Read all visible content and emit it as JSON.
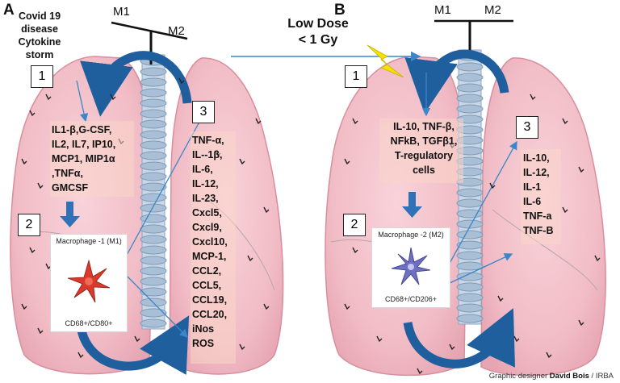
{
  "panel_a": {
    "letter": "A",
    "m1": "M1",
    "m2": "M2",
    "trigger_lines": [
      "Covid 19",
      "disease",
      "Cytokine storm"
    ],
    "box1": "1",
    "box2": "2",
    "box3": "3",
    "cytokines_left": [
      "IL1-β,G-CSF,",
      "IL2, IL7, IP10,",
      "MCP1, MIP1α",
      ",TNFα,",
      "GMCSF"
    ],
    "cytokines_right": [
      "TNF-α,",
      "IL--1β,",
      "IL-6,",
      "IL-12,",
      "IL-23,",
      "Cxcl5,",
      "Cxcl9,",
      "Cxcl10,",
      "MCP-1,",
      "CCL2,",
      "CCL5,",
      "CCL19,",
      "CCL20,",
      "iNos",
      "ROS"
    ],
    "macrophage_title": "Macrophage -1 (M1)",
    "macrophage_markers": "CD68+/CD80+"
  },
  "panel_b": {
    "letter": "B",
    "m1": "M1",
    "m2": "M2",
    "box1": "1",
    "box2": "2",
    "box3": "3",
    "cytokines_left": [
      "IL-10, TNF-β,",
      "NFkB, TGFβ1,",
      "T-regulatory",
      "cells"
    ],
    "cytokines_right": [
      "IL-10,",
      "IL-12,",
      "IL-1",
      "IL-6",
      "TNF-a",
      "TNF-B"
    ],
    "macrophage_title": "Macrophage -2 (M2)",
    "macrophage_markers": "CD68+/CD206+"
  },
  "center": {
    "dose_line1": "Low Dose",
    "dose_line2": "< 1 Gy"
  },
  "credit": {
    "prefix": "Graphic designer",
    "name": "David Bois",
    "suffix": "/ IRBA"
  },
  "colors": {
    "lung_fill": "#f4c3cc",
    "lung_edge": "#d98e9c",
    "trachea": "#a9bfd6",
    "curved_arrow": "#1f5f9e",
    "thin_arrow": "#3a86c8",
    "lightning": "#f5e000",
    "m1_cell": "#d83a2c",
    "m2_cell": "#6c6fc2"
  },
  "icons": [
    "lightning-bolt-icon",
    "m1-macrophage-cell-icon",
    "m2-macrophage-cell-icon",
    "curved-arrow-icon"
  ]
}
